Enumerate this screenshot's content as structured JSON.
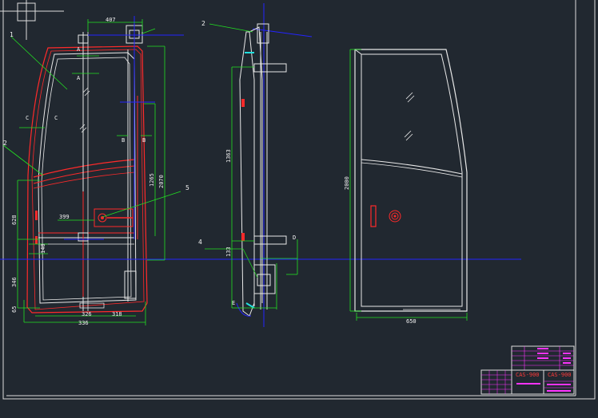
{
  "colors": {
    "background": "#212830",
    "outline": "#e8e8e8",
    "dimension": "#22e022",
    "centerline": "#2424ff",
    "section": "#ff2a2a",
    "titleblock": "#ff33ff"
  },
  "callouts": {
    "c1": "1",
    "c2": "2",
    "c3": "2",
    "c4": "4",
    "c5": "5"
  },
  "dimensions": {
    "top_width": "407",
    "handle_width": "399",
    "height_total": "2070",
    "height_upper": "1265",
    "height_middle": "628",
    "height_lower": "346",
    "height_base": "65",
    "height_small": "140",
    "bottom_a": "326",
    "bottom_b": "318",
    "bottom_total": "336",
    "side_height": "1363",
    "side_small": "133",
    "right_height": "2000",
    "right_width": "650"
  },
  "section_marks": {
    "a_top": "A",
    "a_mid": "A",
    "c_left": "C",
    "c_right": "C",
    "b_left": "B",
    "b_right": "B",
    "d": "D",
    "e": "E"
  },
  "title_block": {
    "drawing_name": "CAS-900",
    "drawing_no": "CAS-900"
  }
}
